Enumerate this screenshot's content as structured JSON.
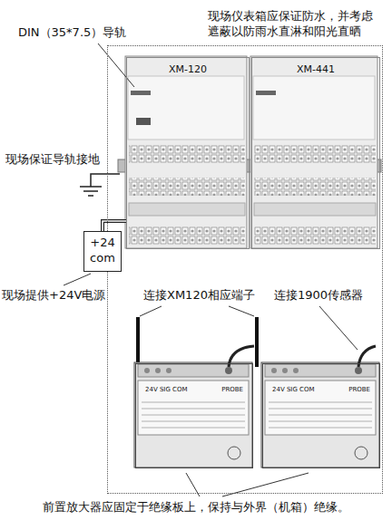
{
  "diagram": {
    "nodes": [
      {
        "text": [
          "现场仪表箱应保证防水，并考虑遮蔽以防雨水直淋和阳光直晒"
        ]
      },
      {
        "text": [
          "XM-120"
        ],
        "in": 0
      },
      {
        "text": [
          "XM-441"
        ],
        "in": 0
      },
      {
        "text": [
          "+24 com"
        ]
      },
      {
        "text": [
          "24V SIG COM",
          "PROBE"
        ],
        "in": 0
      },
      {
        "text": [
          "24V SIG COM",
          "PROBE"
        ],
        "in": 0
      }
    ],
    "edges": [
      {
        "from": 3,
        "to": 1,
        "arrow": "none"
      }
    ],
    "labels": [
      "DIN（35*7.5）导轨",
      "现场保证导轨接地",
      "现场提供+24V电源",
      "连接XM120相应端子",
      "连接1900传感器",
      "前置放大器应固定于绝缘板上，保持与外界（机箱）绝缘。"
    ]
  }
}
